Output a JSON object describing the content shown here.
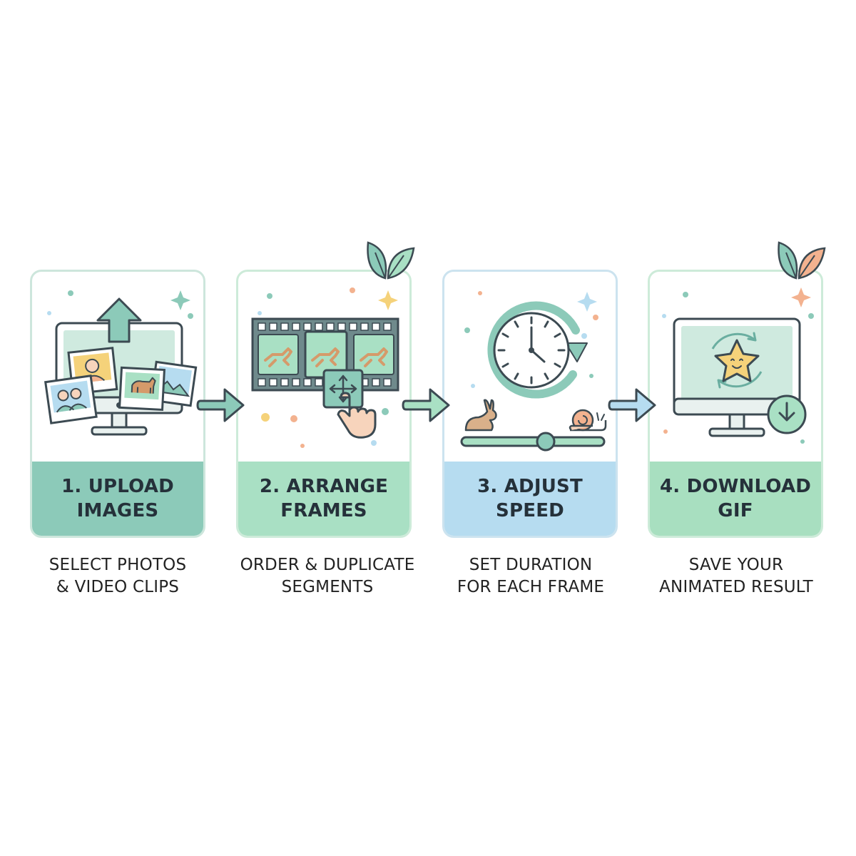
{
  "steps": [
    {
      "title_line1": "1. UPLOAD",
      "title_line2": "IMAGES",
      "desc_line1": "SELECT PHOTOS",
      "desc_line2": "& VIDEO CLIPS",
      "icon": "upload-monitor-photos-icon"
    },
    {
      "title_line1": "2. ARRANGE",
      "title_line2": "FRAMES",
      "desc_line1": "ORDER & DUPLICATE",
      "desc_line2": "SEGMENTS",
      "icon": "filmstrip-move-icon"
    },
    {
      "title_line1": "3. ADJUST",
      "title_line2": "SPEED",
      "desc_line1": "SET DURATION",
      "desc_line2": "FOR EACH FRAME",
      "icon": "clock-speed-slider-icon"
    },
    {
      "title_line1": "4. DOWNLOAD",
      "title_line2": "GIF",
      "desc_line1": "SAVE YOUR",
      "desc_line2": "ANIMATED RESULT",
      "icon": "monitor-star-download-icon"
    }
  ],
  "colors": {
    "teal": "#8ccab9",
    "mint": "#a9e0c4",
    "sky": "#b6dcf0",
    "outline": "#3c4a52",
    "peach": "#f3b28f",
    "sun": "#f5d27a"
  }
}
